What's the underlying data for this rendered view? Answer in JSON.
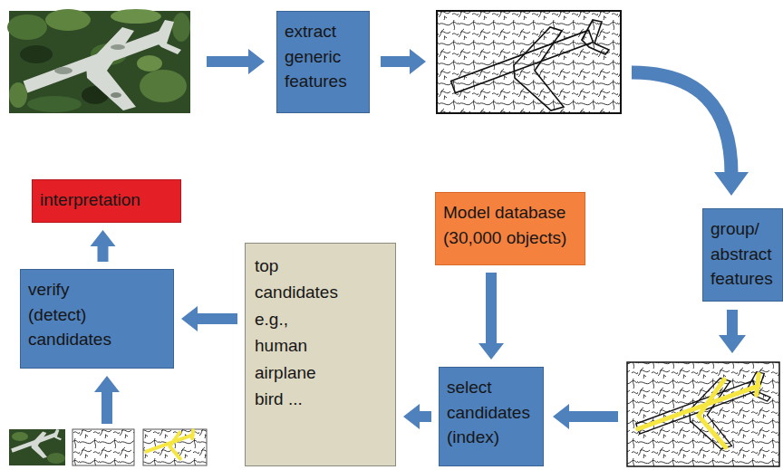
{
  "diagram": {
    "nodes": [
      {
        "text": [
          "extract generic features"
        ]
      },
      {
        "text": [
          "group/ abstract features"
        ]
      },
      {
        "text": [
          "Model database (30,000 objects)"
        ]
      },
      {
        "text": [
          "select candidates (index)"
        ]
      },
      {
        "text": [
          "top candidates e.g., human airplane bird ..."
        ]
      },
      {
        "text": [
          "verify (detect) candidates"
        ]
      },
      {
        "text": [
          "interpretation"
        ]
      }
    ],
    "edges": [
      {
        "from": 2,
        "to": 3,
        "arrow": "to"
      },
      {
        "from": 3,
        "to": 4,
        "arrow": "to"
      },
      {
        "from": 4,
        "to": 5,
        "arrow": "to"
      },
      {
        "from": 5,
        "to": 6,
        "arrow": "to"
      }
    ]
  }
}
